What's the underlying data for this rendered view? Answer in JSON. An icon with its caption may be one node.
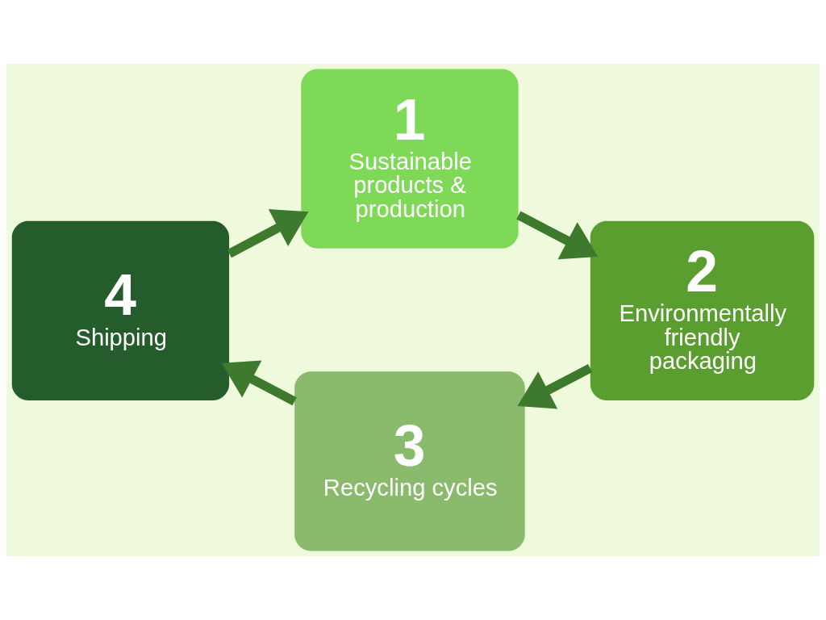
{
  "diagram": {
    "nodes": [
      {
        "text": [
          "1",
          "Sustainable products & production"
        ]
      },
      {
        "text": [
          "2",
          "Environmentally friendly packaging"
        ]
      },
      {
        "text": [
          "3",
          "Recycling cycles"
        ]
      },
      {
        "text": [
          "4",
          "Shipping"
        ]
      }
    ],
    "edges": [
      {
        "from": 0,
        "to": 1,
        "arrow": "to"
      },
      {
        "from": 1,
        "to": 2,
        "arrow": "to"
      },
      {
        "from": 2,
        "to": 3,
        "arrow": "to"
      },
      {
        "from": 3,
        "to": 0,
        "arrow": "to"
      }
    ]
  }
}
